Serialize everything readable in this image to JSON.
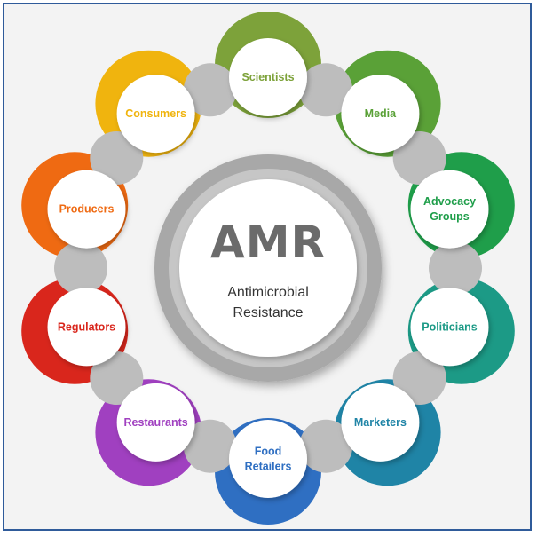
{
  "center": {
    "title": "AMR",
    "subtitle_line1": "Antimicrobial",
    "subtitle_line2": "Resistance",
    "title_color": "#6b6b6b",
    "subtitle_color": "#333333"
  },
  "stakeholders": [
    {
      "lines": [
        "Scientists"
      ],
      "color": "#7da23a"
    },
    {
      "lines": [
        "Media"
      ],
      "color": "#5aa137"
    },
    {
      "lines": [
        "Advocacy",
        "Groups"
      ],
      "color": "#1f9e4a"
    },
    {
      "lines": [
        "Politicians"
      ],
      "color": "#1c9a86"
    },
    {
      "lines": [
        "Marketers"
      ],
      "color": "#1f84a6"
    },
    {
      "lines": [
        "Food",
        "Retailers"
      ],
      "color": "#2f6fc2"
    },
    {
      "lines": [
        "Restaurants"
      ],
      "color": "#a040c0"
    },
    {
      "lines": [
        "Regulators"
      ],
      "color": "#d9261c"
    },
    {
      "lines": [
        "Producers"
      ],
      "color": "#ef6a12"
    },
    {
      "lines": [
        "Consumers"
      ],
      "color": "#f0b40e"
    }
  ],
  "colors": {
    "connector": "#bdbdbd",
    "ring": "#a8a8a8",
    "node_fill": "#ffffff",
    "frame_border": "#2f5b9a"
  }
}
